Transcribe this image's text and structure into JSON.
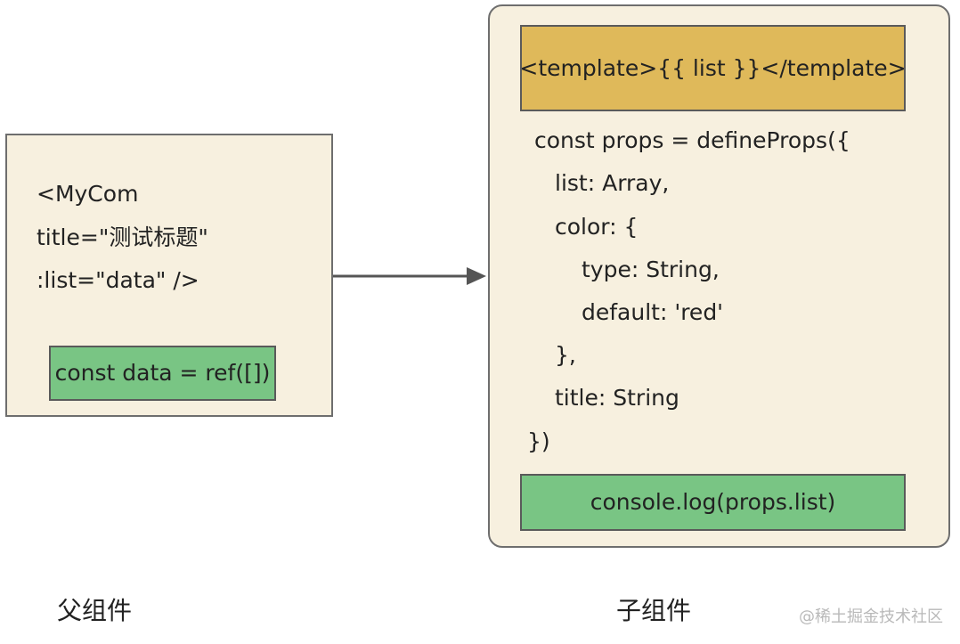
{
  "parent": {
    "lines": [
      "<MyCom",
      "title=\"测试标题\"",
      ":list=\"data\" />"
    ],
    "ref_code": "const data = ref([])",
    "caption": "父组件"
  },
  "child": {
    "template_code": "<template>{{ list }}</template>",
    "props_lines": [
      "const props = defineProps({",
      "list: Array,",
      "color: {",
      "type: String,",
      "default: 'red'",
      "},",
      "title: String",
      "})"
    ],
    "console_code": "console.log(props.list)",
    "caption": "子组件"
  },
  "watermark": "@稀土掘金技术社区",
  "colors": {
    "box_fill": "#f7f0df",
    "green_fill": "#79c584",
    "template_fill": "#dfb95a",
    "arrow": "#555555"
  }
}
